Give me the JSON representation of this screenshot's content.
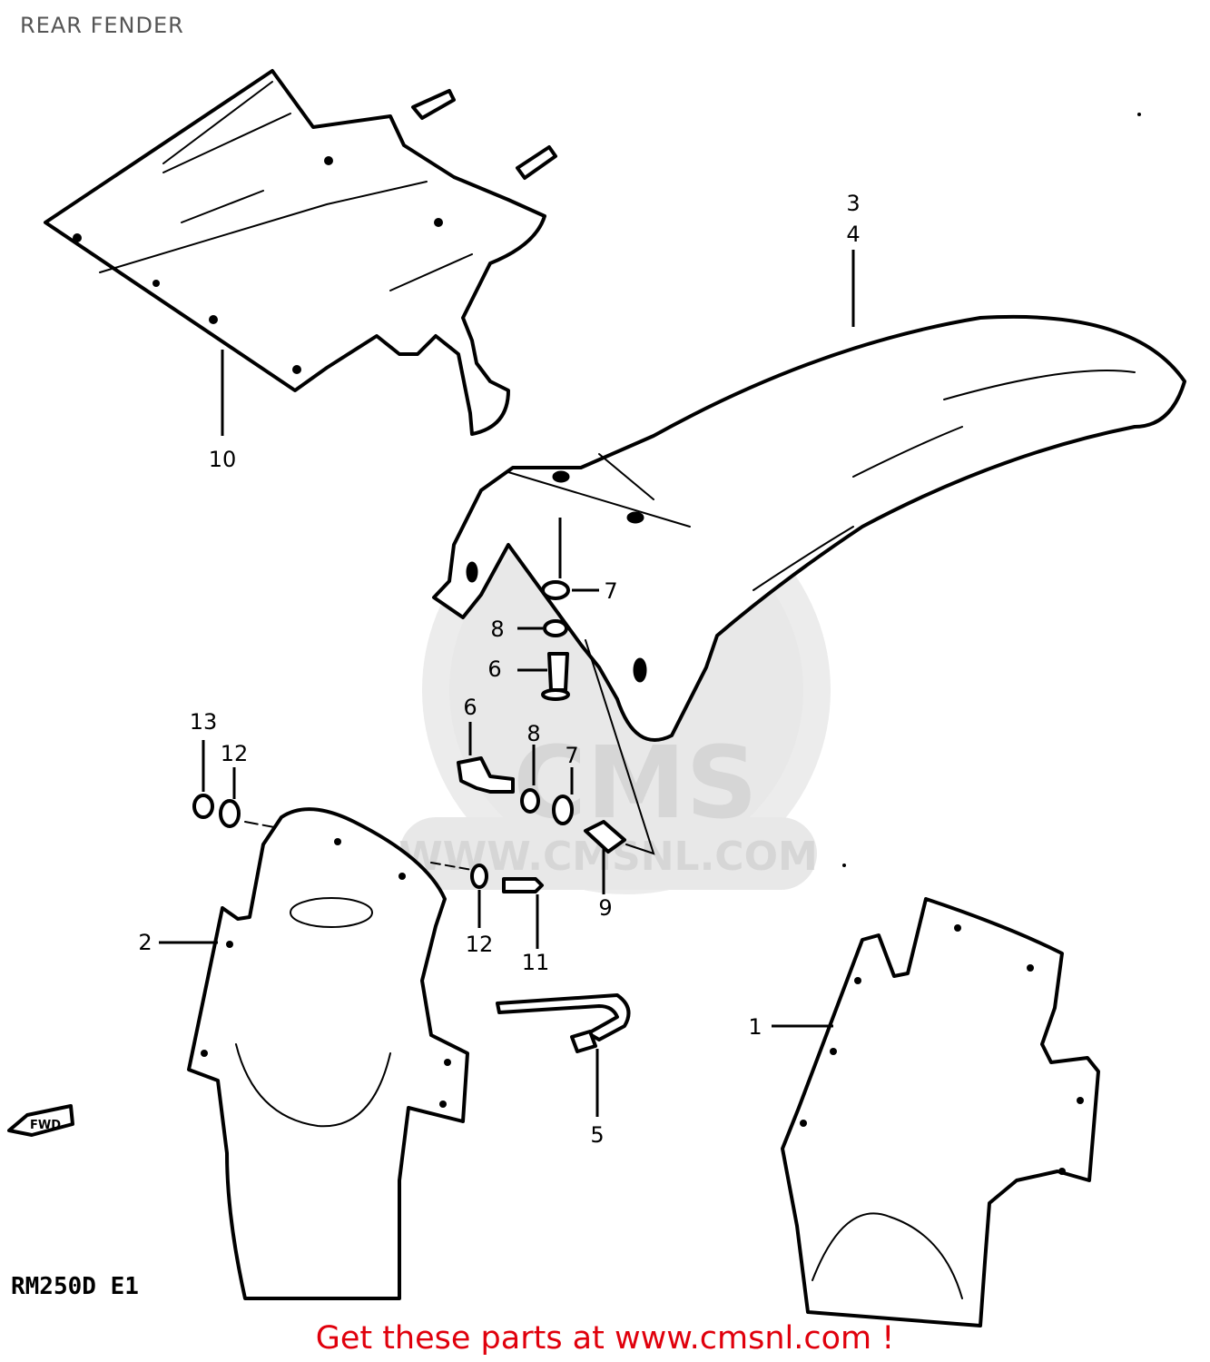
{
  "title": "REAR FENDER",
  "model_code": "RM250D E1",
  "fwd_label": "FWD",
  "watermark": {
    "brand": "CMS",
    "url": "WWW.CMSNL.COM"
  },
  "footer_link": "Get these parts at www.cmsnl.com !",
  "callouts": {
    "c1": "1",
    "c2": "2",
    "c3": "3",
    "c4": "4",
    "c5": "5",
    "c6a": "6",
    "c6b": "6",
    "c7a": "7",
    "c7b": "7",
    "c8a": "8",
    "c8b": "8",
    "c9": "9",
    "c10": "10",
    "c11": "11",
    "c12a": "12",
    "c12b": "12",
    "c13": "13"
  },
  "colors": {
    "footer_link": "#e0000c",
    "title": "#555555",
    "watermark": "#d6d6d6"
  }
}
